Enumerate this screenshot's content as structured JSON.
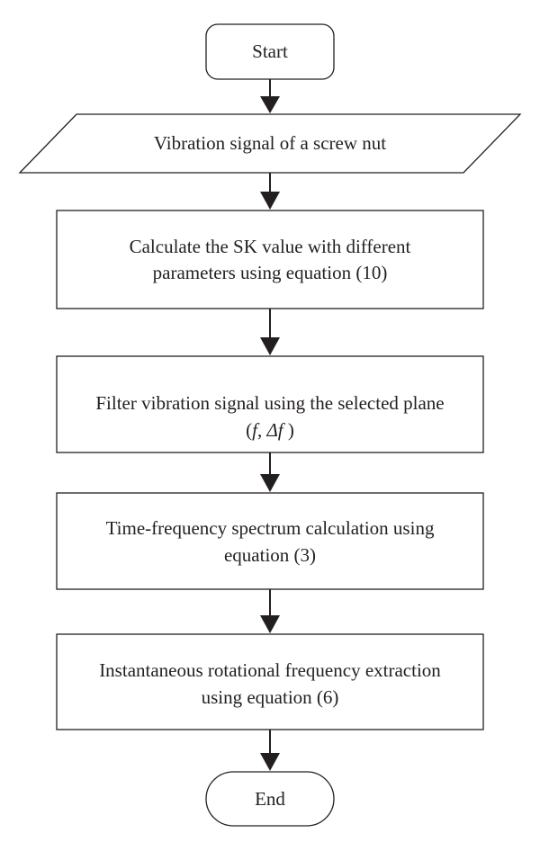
{
  "diagram": {
    "nodes": [
      {
        "id": "start",
        "shape": "terminator",
        "lines": [
          "Start"
        ]
      },
      {
        "id": "signal",
        "shape": "data",
        "lines": [
          "Vibration signal of a screw nut"
        ]
      },
      {
        "id": "sk",
        "shape": "process",
        "lines": [
          "Calculate the SK value with different",
          "parameters using equation (10)"
        ]
      },
      {
        "id": "filter",
        "shape": "process",
        "lines": [
          "Filter vibration signal using the selected plane"
        ]
      },
      {
        "id": "tfs",
        "shape": "process",
        "lines": [
          "Time-frequency spectrum calculation using",
          "equation (3)"
        ]
      },
      {
        "id": "irf",
        "shape": "process",
        "lines": [
          "Instantaneous rotational frequency extraction",
          "using equation (6)"
        ]
      },
      {
        "id": "end",
        "shape": "terminator",
        "lines": [
          "End"
        ]
      }
    ],
    "filter_params": {
      "open": "(",
      "f": "f",
      "comma": ", ",
      "delta_f": "Δf",
      "close": " )"
    },
    "edges": [
      {
        "from": "start",
        "to": "signal"
      },
      {
        "from": "signal",
        "to": "sk"
      },
      {
        "from": "sk",
        "to": "filter"
      },
      {
        "from": "filter",
        "to": "tfs"
      },
      {
        "from": "tfs",
        "to": "irf"
      },
      {
        "from": "irf",
        "to": "end"
      }
    ]
  }
}
